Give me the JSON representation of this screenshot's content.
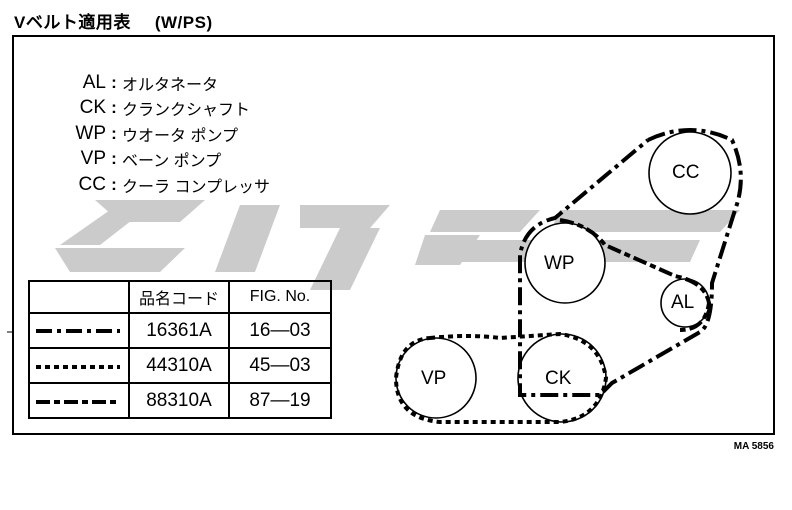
{
  "header": {
    "title": "Vベルト適用表",
    "subtitle": "(W/PS)"
  },
  "legend": [
    {
      "abbr": "AL",
      "name": "オルタネータ"
    },
    {
      "abbr": "CK",
      "name": "クランクシャフト"
    },
    {
      "abbr": "WP",
      "name": "ウオータ ポンプ"
    },
    {
      "abbr": "VP",
      "name": "ベーン ポンプ"
    },
    {
      "abbr": "CC",
      "name": "クーラ コンプレッサ"
    }
  ],
  "legend_separator": ":",
  "table": {
    "headers": [
      "",
      "品名コード",
      "FIG. No."
    ],
    "rows": [
      {
        "line_style": "dash-dot",
        "part_code": "16361A",
        "fig_no": "16—03"
      },
      {
        "line_style": "dotted",
        "part_code": "44310A",
        "fig_no": "45—03"
      },
      {
        "line_style": "dash-dash",
        "part_code": "88310A",
        "fig_no": "87—19"
      }
    ]
  },
  "pulleys": {
    "cc": "CC",
    "wp": "WP",
    "al": "AL",
    "vp": "VP",
    "ck": "CK"
  },
  "footer": {
    "code": "MA 5856"
  },
  "colors": {
    "ink": "#000000",
    "watermark": "#cccccc"
  }
}
